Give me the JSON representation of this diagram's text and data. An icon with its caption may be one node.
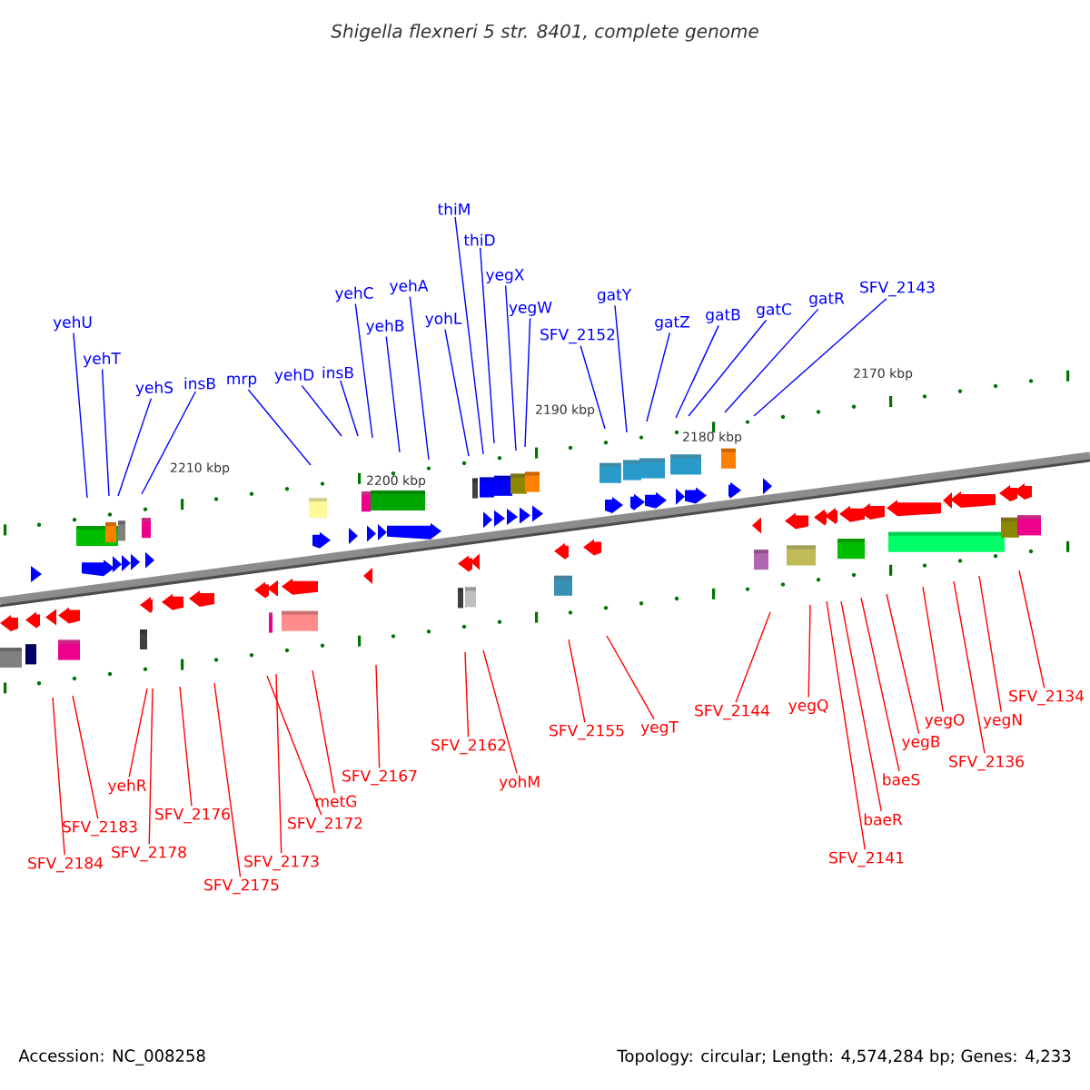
{
  "diagram": {
    "title": "Shigella flexneri 5 str. 8401, complete genome",
    "nodes": [
      {
        "text": [
          "yehU"
        ]
      },
      {
        "text": [
          "yehT"
        ]
      },
      {
        "text": [
          "yehS"
        ]
      },
      {
        "text": [
          "insB"
        ]
      },
      {
        "text": [
          "mrp"
        ]
      },
      {
        "text": [
          "yehD"
        ]
      },
      {
        "text": [
          "insB"
        ]
      },
      {
        "text": [
          "yehC"
        ]
      },
      {
        "text": [
          "yehB"
        ]
      },
      {
        "text": [
          "yehA"
        ]
      },
      {
        "text": [
          "yohL"
        ]
      },
      {
        "text": [
          "thiM"
        ]
      },
      {
        "text": [
          "thiD"
        ]
      },
      {
        "text": [
          "yegX"
        ]
      },
      {
        "text": [
          "yegW"
        ]
      },
      {
        "text": [
          "SFV_2152"
        ]
      },
      {
        "text": [
          "gatY"
        ]
      },
      {
        "text": [
          "gatZ"
        ]
      },
      {
        "text": [
          "gatB"
        ]
      },
      {
        "text": [
          "gatC"
        ]
      },
      {
        "text": [
          "gatR"
        ]
      },
      {
        "text": [
          "SFV_2143"
        ]
      },
      {
        "text": [
          "SFV_2183"
        ]
      },
      {
        "text": [
          "SFV_2184"
        ]
      },
      {
        "text": [
          "yehR"
        ]
      },
      {
        "text": [
          "SFV_2178"
        ]
      },
      {
        "text": [
          "SFV_2176"
        ]
      },
      {
        "text": [
          "SFV_2175"
        ]
      },
      {
        "text": [
          "SFV_2172"
        ]
      },
      {
        "text": [
          "SFV_2173"
        ]
      },
      {
        "text": [
          "metG"
        ]
      },
      {
        "text": [
          "SFV_2167"
        ]
      },
      {
        "text": [
          "SFV_2162"
        ]
      },
      {
        "text": [
          "yohM"
        ]
      },
      {
        "text": [
          "SFV_2155"
        ]
      },
      {
        "text": [
          "yegT"
        ]
      },
      {
        "text": [
          "SFV_2144"
        ]
      },
      {
        "text": [
          "yegQ"
        ]
      },
      {
        "text": [
          "SFV_2141"
        ]
      },
      {
        "text": [
          "baeR"
        ]
      },
      {
        "text": [
          "baeS"
        ]
      },
      {
        "text": [
          "yegB"
        ]
      },
      {
        "text": [
          "yegO"
        ]
      },
      {
        "text": [
          "SFV_2136"
        ]
      },
      {
        "text": [
          "yegN"
        ]
      },
      {
        "text": [
          "SFV_2134"
        ]
      }
    ],
    "edges": [
      {
        "from": 0,
        "to": null,
        "arrow": "none",
        "color": "#0000ff"
      },
      {
        "from": 1,
        "to": null,
        "arrow": "none",
        "color": "#0000ff"
      },
      {
        "from": 2,
        "to": null,
        "arrow": "none",
        "color": "#0000ff"
      },
      {
        "from": 3,
        "to": null,
        "arrow": "none",
        "color": "#0000ff"
      },
      {
        "from": 4,
        "to": null,
        "arrow": "none",
        "color": "#0000ff"
      },
      {
        "from": 5,
        "to": null,
        "arrow": "none",
        "color": "#0000ff"
      },
      {
        "from": 6,
        "to": null,
        "arrow": "none",
        "color": "#0000ff"
      },
      {
        "from": 7,
        "to": null,
        "arrow": "none",
        "color": "#0000ff"
      },
      {
        "from": 8,
        "to": null,
        "arrow": "none",
        "color": "#0000ff"
      },
      {
        "from": 9,
        "to": null,
        "arrow": "none",
        "color": "#0000ff"
      },
      {
        "from": 10,
        "to": null,
        "arrow": "none",
        "color": "#0000ff"
      },
      {
        "from": 11,
        "to": null,
        "arrow": "none",
        "color": "#0000ff"
      },
      {
        "from": 12,
        "to": null,
        "arrow": "none",
        "color": "#0000ff"
      },
      {
        "from": 13,
        "to": null,
        "arrow": "none",
        "color": "#0000ff"
      },
      {
        "from": 14,
        "to": null,
        "arrow": "none",
        "color": "#0000ff"
      },
      {
        "from": 15,
        "to": null,
        "arrow": "none",
        "color": "#0000ff"
      },
      {
        "from": 16,
        "to": null,
        "arrow": "none",
        "color": "#0000ff"
      },
      {
        "from": 17,
        "to": null,
        "arrow": "none",
        "color": "#0000ff"
      },
      {
        "from": 18,
        "to": null,
        "arrow": "none",
        "color": "#0000ff"
      },
      {
        "from": 19,
        "to": null,
        "arrow": "none",
        "color": "#0000ff"
      },
      {
        "from": 20,
        "to": null,
        "arrow": "none",
        "color": "#0000ff"
      },
      {
        "from": 21,
        "to": null,
        "arrow": "none",
        "color": "#0000ff"
      },
      {
        "from": 22,
        "to": null,
        "arrow": "none"
      },
      {
        "from": 23,
        "to": null,
        "arrow": "none"
      },
      {
        "from": 24,
        "to": null,
        "arrow": "none"
      },
      {
        "from": 25,
        "to": null,
        "arrow": "none"
      },
      {
        "from": 26,
        "to": null,
        "arrow": "none"
      },
      {
        "from": 27,
        "to": null,
        "arrow": "none"
      },
      {
        "from": 28,
        "to": null,
        "arrow": "none"
      },
      {
        "from": 29,
        "to": null,
        "arrow": "none"
      },
      {
        "from": 30,
        "to": null,
        "arrow": "none"
      },
      {
        "from": 31,
        "to": null,
        "arrow": "none"
      },
      {
        "from": 32,
        "to": null,
        "arrow": "none"
      },
      {
        "from": 33,
        "to": null,
        "arrow": "none"
      },
      {
        "from": 34,
        "to": null,
        "arrow": "none"
      },
      {
        "from": 35,
        "to": null,
        "arrow": "none"
      },
      {
        "from": 36,
        "to": null,
        "arrow": "none"
      },
      {
        "from": 37,
        "to": null,
        "arrow": "none"
      },
      {
        "from": 38,
        "to": null,
        "arrow": "none"
      },
      {
        "from": 39,
        "to": null,
        "arrow": "none"
      },
      {
        "from": 40,
        "to": null,
        "arrow": "none"
      },
      {
        "from": 41,
        "to": null,
        "arrow": "none"
      },
      {
        "from": 42,
        "to": null,
        "arrow": "none"
      },
      {
        "from": 43,
        "to": null,
        "arrow": "none"
      },
      {
        "from": 44,
        "to": null,
        "arrow": "none"
      },
      {
        "from": 45,
        "to": null,
        "arrow": "none"
      }
    ],
    "labels": [
      "2210 kbp",
      "2200 kbp",
      "2190 kbp",
      "2180 kbp",
      "2170 kbp",
      "Accession: NC_008258",
      "Topology: circular; Length: 4,574,284 bp; Genes: 4,233"
    ]
  }
}
